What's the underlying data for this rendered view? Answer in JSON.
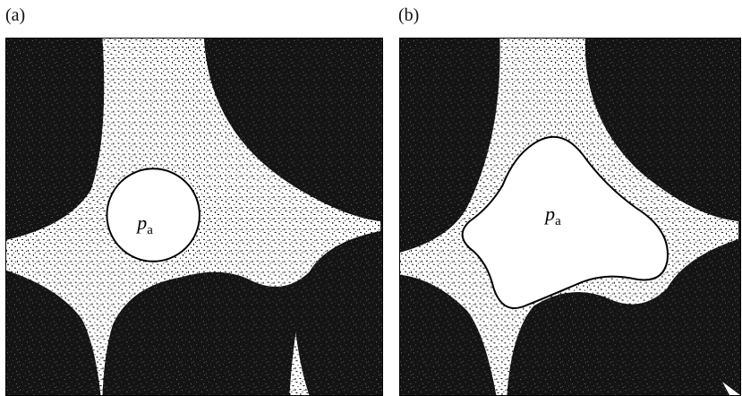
{
  "figure": {
    "panels": [
      {
        "label": "(a)",
        "pressure_label": "p",
        "pressure_subscript": "a"
      },
      {
        "label": "(b)",
        "pressure_label": "p",
        "pressure_subscript": "a"
      }
    ]
  },
  "colors": {
    "grain": "#121212",
    "pore_fluid": "#ffffff",
    "speckle": "#000000",
    "outline": "#000000"
  }
}
